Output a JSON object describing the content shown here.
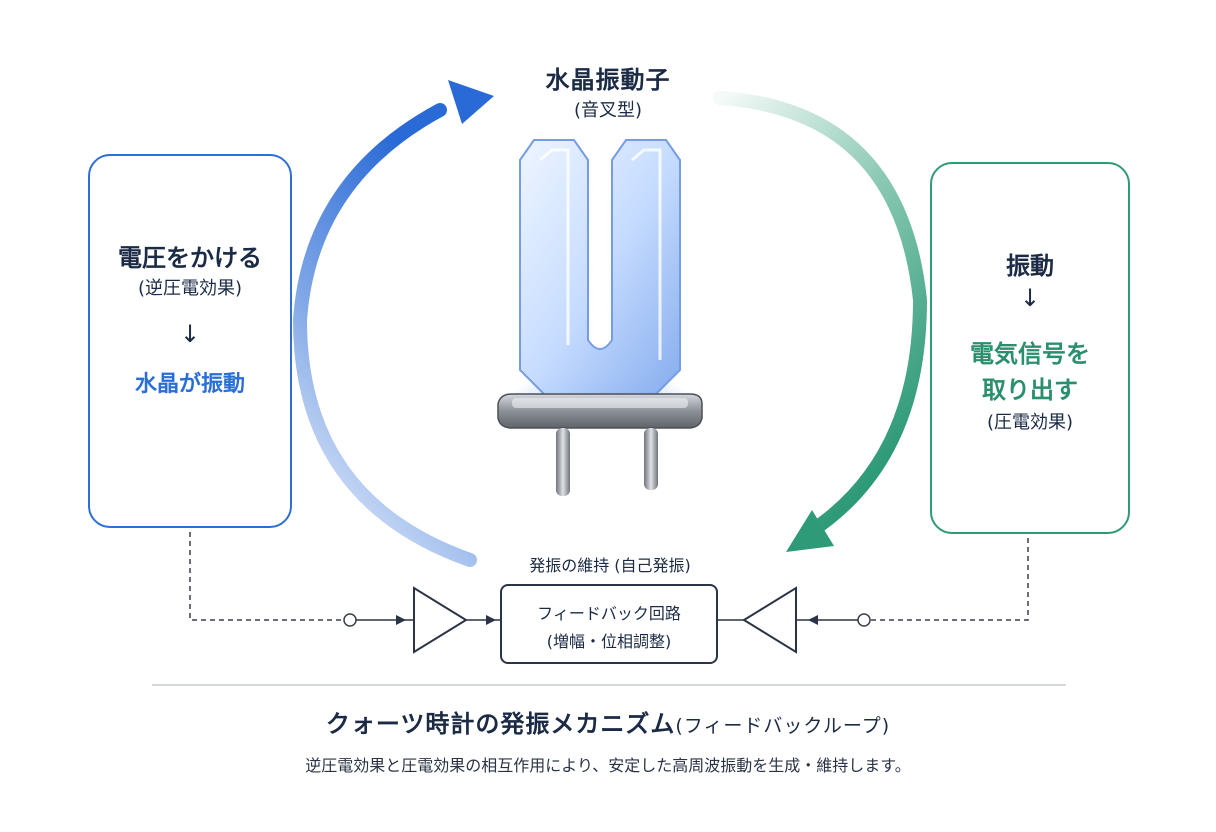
{
  "crystal": {
    "title": "水晶振動子",
    "subtitle": "(音叉型)"
  },
  "left_panel": {
    "icon": "sine-wave-icon",
    "title": "電圧をかける",
    "subtitle": "(逆圧電効果)",
    "arrow": "↓",
    "result": "水晶が振動",
    "accent_color": "#2e6fd6"
  },
  "right_panel": {
    "icon": "sine-wave-icon",
    "title": "振動",
    "arrow": "↓",
    "result_line1": "電気信号を",
    "result_line2": "取り出す",
    "subtitle": "(圧電効果)",
    "accent_color": "#2f9a78"
  },
  "loop": {
    "label": "発振の維持 (自己発振)",
    "box_line1": "フィードバック回路",
    "box_line2": "(増幅・位相調整)"
  },
  "footer": {
    "title": "クォーツ時計の発振メカニズム",
    "title_suffix": "(フィードバックループ)",
    "caption": "逆圧電効果と圧電効果の相互作用により、安定した高周波振動を生成・維持します。"
  }
}
